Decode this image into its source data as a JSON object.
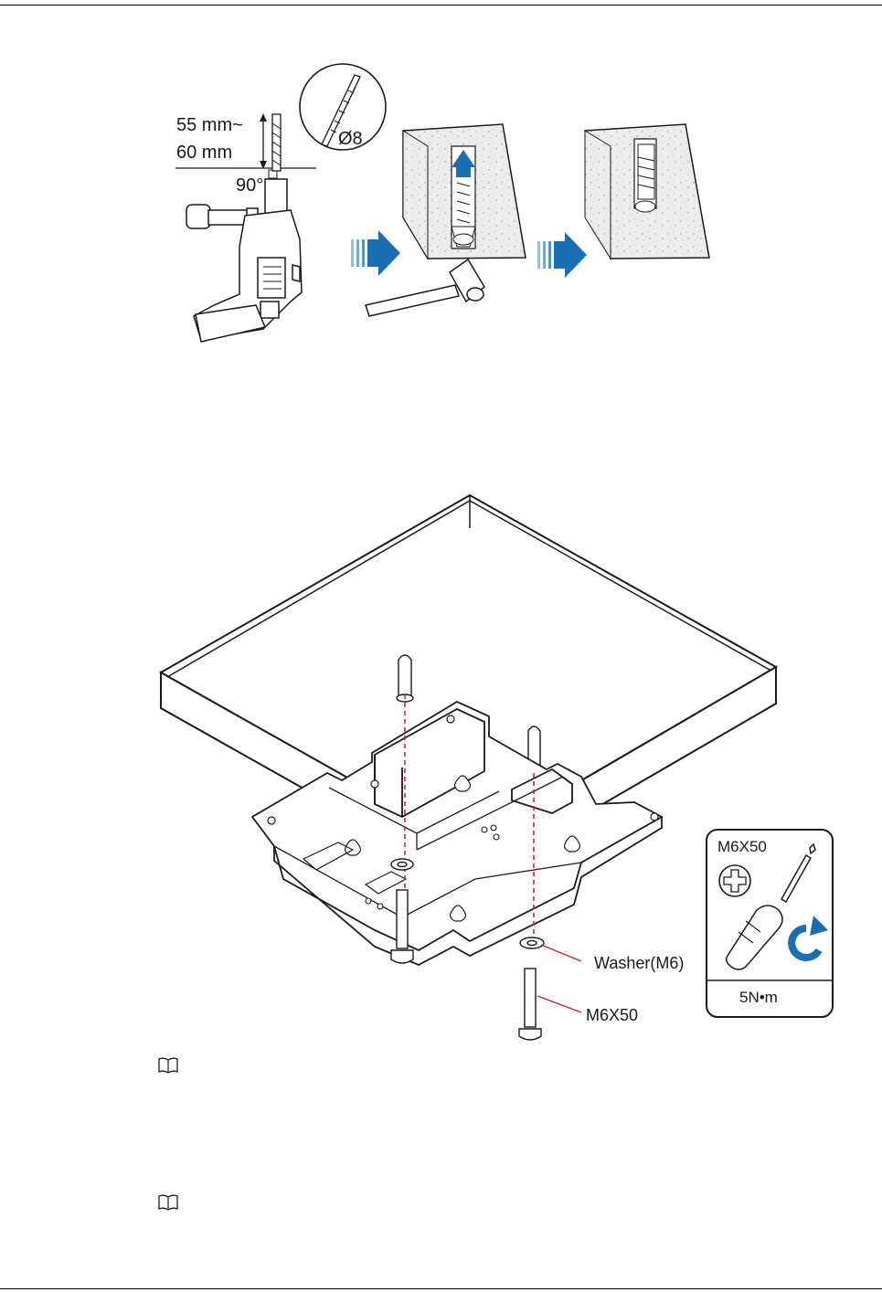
{
  "figure1": {
    "depth_label_line1": "55 mm~",
    "depth_label_line2": "60 mm",
    "angle_label": "90°",
    "bit_diameter_label": "Ø8"
  },
  "figure2": {
    "washer_label": "Washer(M6)",
    "screw_label": "M6X50",
    "tool_card": {
      "screw_spec": "M6X50",
      "torque": "5N•m"
    }
  },
  "notes": {
    "icons": [
      "book-icon",
      "book-icon"
    ]
  },
  "colors": {
    "arrow_blue": "#1a6fb3",
    "red_dashed": "#d2232a",
    "stroke": "#1a1a1a",
    "concrete": "#e6e6e6"
  }
}
